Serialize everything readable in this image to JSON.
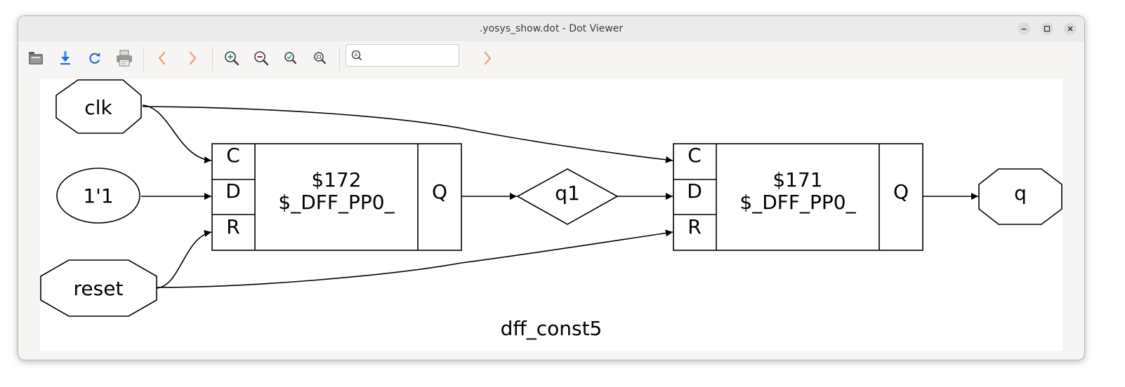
{
  "window": {
    "title": ".yosys_show.dot - Dot Viewer"
  },
  "window_controls": {
    "minimize_icon": "minimize-icon",
    "maximize_icon": "maximize-icon",
    "close_icon": "close-icon"
  },
  "toolbar": {
    "buttons": [
      "open-icon",
      "save-icon",
      "reload-icon",
      "print-icon",
      "back-icon",
      "forward-icon",
      "zoom-in-icon",
      "zoom-out-icon",
      "zoom-fit-icon",
      "zoom-100-icon"
    ],
    "search": {
      "value": "",
      "placeholder": ""
    },
    "find_next_icon": "chevron-right-icon"
  },
  "graph": {
    "caption": "dff_const5",
    "inputs": {
      "clk": "clk",
      "const": "1'1",
      "reset": "reset"
    },
    "outputs": {
      "q": "q"
    },
    "wire": {
      "q1": "q1"
    },
    "cells": [
      {
        "id": "$172",
        "type": "$_DFF_PP0_",
        "ports_in": [
          "C",
          "D",
          "R"
        ],
        "port_out": "Q"
      },
      {
        "id": "$171",
        "type": "$_DFF_PP0_",
        "ports_in": [
          "C",
          "D",
          "R"
        ],
        "port_out": "Q"
      }
    ]
  },
  "colors": {
    "accent_blue": "#1c71d8",
    "arrow_disabled": "#e8a37a",
    "zoom_green": "#2ec27e",
    "zoom_red": "#c01c28"
  }
}
